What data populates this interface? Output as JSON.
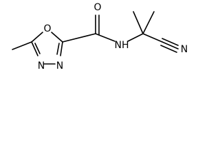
{
  "diagram": {
    "type": "chemical-structure",
    "atoms": [
      {
        "id": "O_ring",
        "label": "O"
      },
      {
        "id": "O_carbonyl",
        "label": "O"
      },
      {
        "id": "NH",
        "label": "NH"
      },
      {
        "id": "N_nitrile",
        "label": "N"
      },
      {
        "id": "N_ring_right",
        "label": "N"
      },
      {
        "id": "N_ring_left",
        "label": "N"
      }
    ]
  }
}
